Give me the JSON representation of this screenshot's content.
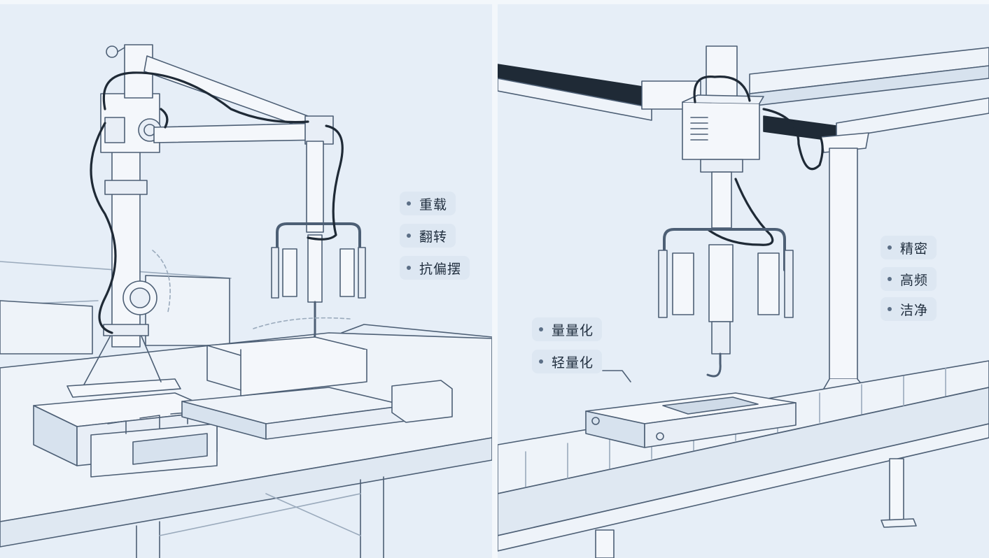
{
  "left_panel": {
    "tags": [
      "重载",
      "翻转",
      "抗偏摆"
    ]
  },
  "right_panel": {
    "tags_right": [
      "精密",
      "高频",
      "洁净"
    ],
    "tags_left": [
      "量量化",
      "轻量化"
    ]
  },
  "colors": {
    "background": "#e6eef7",
    "line": "#4d5f75",
    "fill_light": "#f4f7fb",
    "fill_mid": "#d7e2ee",
    "tag_bg": "#dde7f2"
  },
  "icons": [
    "industrial-robot-arm-icon",
    "crane-hook-icon",
    "gantry-crane-icon",
    "conveyor-belt-icon"
  ]
}
